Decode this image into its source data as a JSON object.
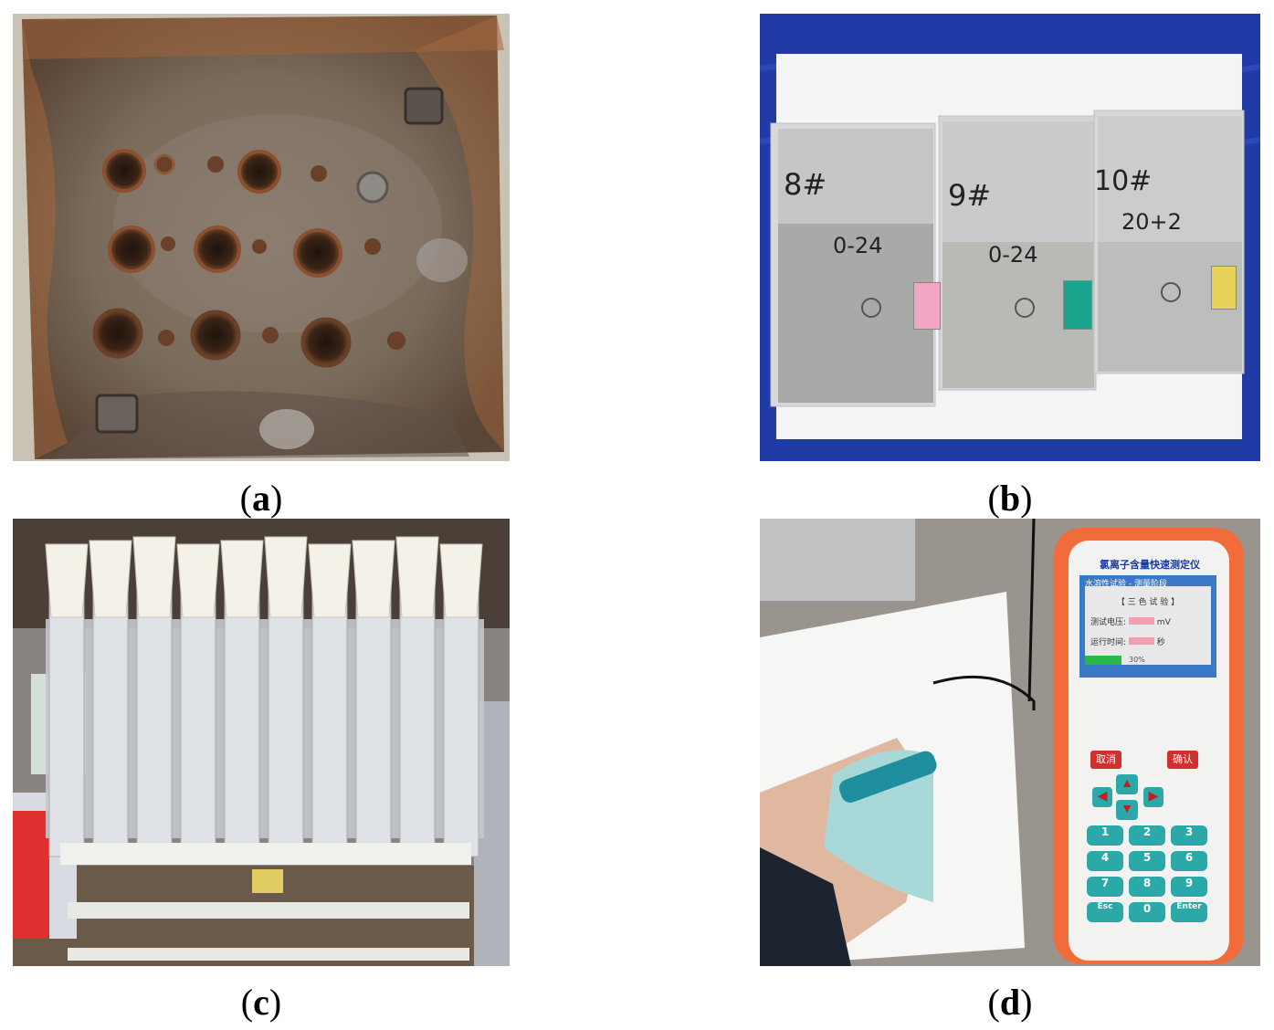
{
  "captions": {
    "a": {
      "open": "(",
      "letter": "a",
      "close": ")"
    },
    "b": {
      "open": "(",
      "letter": "b",
      "close": ")"
    },
    "c": {
      "open": "(",
      "letter": "c",
      "close": ")"
    },
    "d": {
      "open": "(",
      "letter": "d",
      "close": ")"
    }
  },
  "bags": [
    {
      "number": "8#",
      "range": "0-24",
      "clip_color": "#f2a6c4"
    },
    {
      "number": "9#",
      "range": "0-24",
      "clip_color": "#1aa38d"
    },
    {
      "number": "10#",
      "range": "20+2",
      "clip_color": "#e8d25a"
    }
  ],
  "device": {
    "title": "氯离子含量快速测定仪",
    "screen_header": "水溶性试验 - 测量阶段",
    "screen_subtitle": "【 三 色 试 验 】",
    "row1_label": "测试电压:",
    "row1_unit": "mV",
    "row2_label": "运行时间:",
    "row2_unit": "秒",
    "progress_label": "30%",
    "btn_cancel": "取消",
    "btn_confirm": "确认",
    "keys": [
      "1",
      "2",
      "3",
      "4",
      "5",
      "6",
      "7",
      "8",
      "9",
      "Esc",
      "0",
      "Enter"
    ],
    "body_color": "#f26b3a",
    "key_color": "#2aa9a8"
  }
}
